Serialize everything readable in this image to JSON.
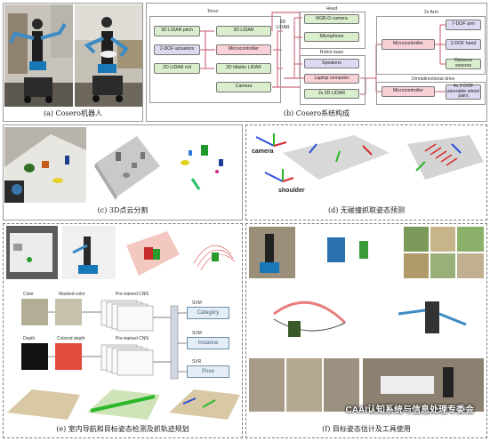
{
  "panels": {
    "a": {
      "caption": "(a) Cosero机器人"
    },
    "b": {
      "caption": "(b) Cosero系统构成",
      "torso": {
        "title": "Torso",
        "items": [
          "3D LIDAR pitch",
          "2-DOF actuators",
          "2D LIDAR roll",
          "3D LIDAR",
          "Microcontroller",
          "2D tiltable LIDAR",
          "Camera"
        ]
      },
      "head": {
        "title": "Head",
        "items": [
          "RGB-D camera",
          "Microphone"
        ]
      },
      "robot_base": {
        "title": "Robot base",
        "items": [
          "Speakers",
          "Laptop computer",
          "2x 2D LIDAR"
        ]
      },
      "arm": {
        "title": "2x Arm",
        "items": [
          "Microcontroller",
          "7-DOF arm",
          "2-DOF hand",
          "Distance sensors"
        ]
      },
      "drive": {
        "title": "Omnidirectional drive",
        "items": [
          "Microcontroller",
          "4x 3 DOF steerable wheel pairs"
        ]
      }
    },
    "c": {
      "caption": "(c) 3D点云分割"
    },
    "d": {
      "caption": "(d) 无碰撞抓取姿态预测",
      "labels": [
        "camera",
        "shoulder"
      ]
    },
    "e": {
      "caption": "(e) 室内导航和目标姿态检测及抓轨迹规划",
      "pipeline": {
        "labels": [
          "Color",
          "Masked color",
          "Pre-trained CNN",
          "Depth",
          "Colored depth",
          "Pre-trained CNN"
        ],
        "outputs": [
          "Category",
          "Instance",
          "Pose"
        ],
        "methods": [
          "SVM",
          "SVM",
          "SVR"
        ]
      }
    },
    "f": {
      "caption": "(f) 目标姿态估计及工具使用"
    }
  },
  "watermark": "CAAI认知系统与信息处理专委会",
  "colors": {
    "green": "#d9eecd",
    "purple": "#dcdaf0",
    "pink": "#f9d0d6",
    "connector": "#c2455a"
  }
}
